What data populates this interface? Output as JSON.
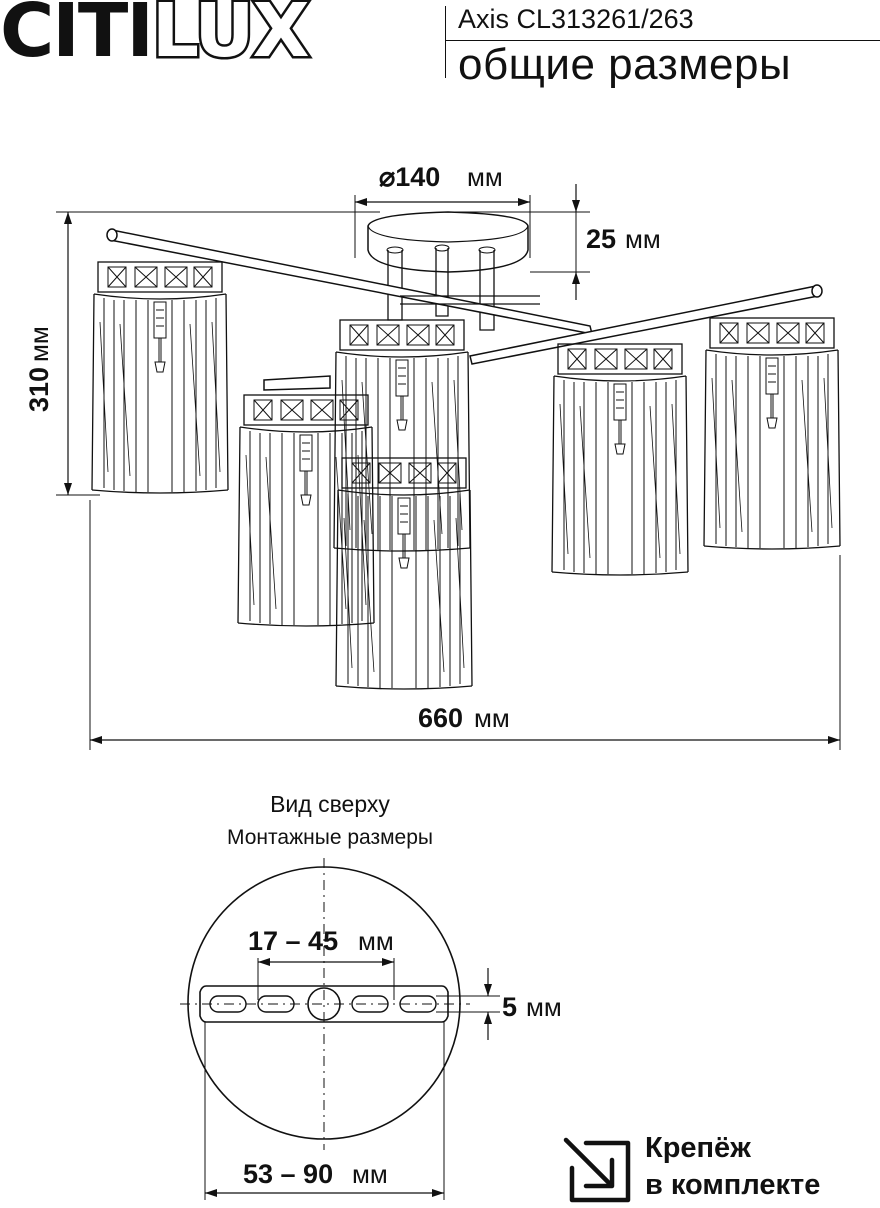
{
  "brand": {
    "logo_text_solid": "CITI",
    "logo_text_outline": "LUX"
  },
  "header": {
    "model": "Axis CL313261/263",
    "subtitle": "общие размеры"
  },
  "dimensions": {
    "canopy_diameter": {
      "symbol": "⌀",
      "value": "140",
      "unit": "мм"
    },
    "canopy_height": {
      "value": "25",
      "unit": "мм"
    },
    "total_height": {
      "value": "310",
      "unit": "мм"
    },
    "total_width": {
      "value": "660",
      "unit": "мм"
    }
  },
  "top_view": {
    "title": "Вид сверху",
    "subtitle": "Монтажные размеры",
    "slot_spacing": {
      "value": "17 – 45",
      "unit": "мм"
    },
    "slot_width": {
      "value": "5",
      "unit": "мм"
    },
    "mount_span": {
      "value": "53 – 90",
      "unit": "мм"
    }
  },
  "mounting_note": {
    "line1": "Крепёж",
    "line2": "в комплекте",
    "icon": "arrow-into-box-icon"
  },
  "colors": {
    "ink": "#111111",
    "background": "#ffffff"
  }
}
